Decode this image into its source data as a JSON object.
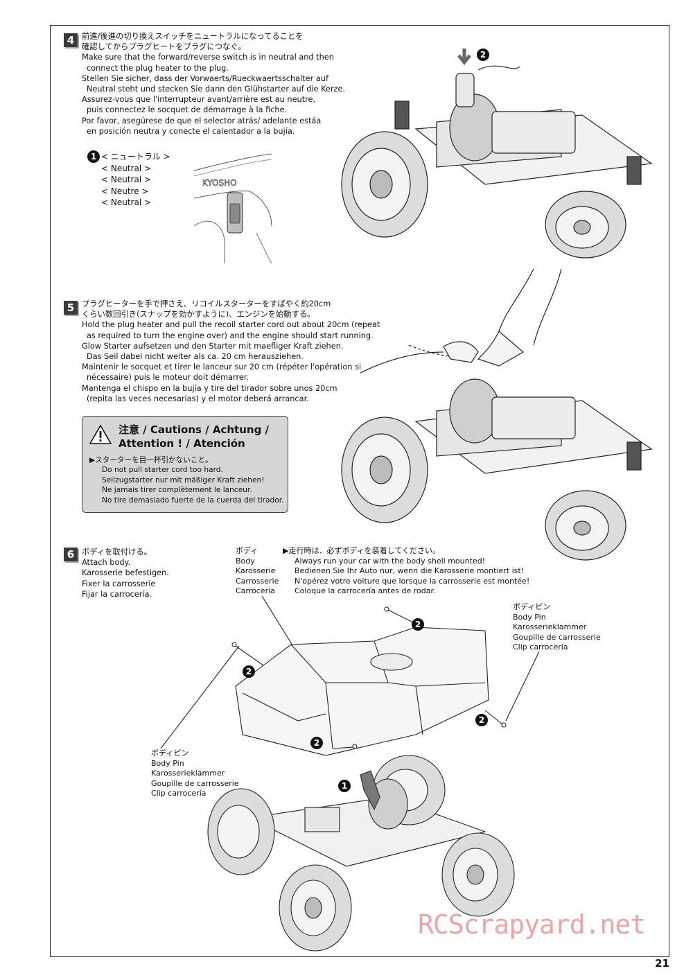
{
  "page_number": "21",
  "watermark": "RCScrapyard.net",
  "brand_logo_text": "KYOSHO",
  "step4": {
    "number": "4",
    "lines": [
      {
        "text": "前進/後進の切り換えスイッチをニュートラルになってることを",
        "indent": false
      },
      {
        "text": "確認してからプラグヒートをプラグにつなぐ。",
        "indent": false
      },
      {
        "text": "Make sure that the forward/reverse switch is in neutral and then",
        "indent": false
      },
      {
        "text": "connect the plug heater to the plug.",
        "indent": true
      },
      {
        "text": "Stellen Sie sicher, dass der Vorwaerts/Rueckwaertsschalter auf",
        "indent": false
      },
      {
        "text": "Neutral steht und stecken Sie dann den Glühstarter auf die Kerze.",
        "indent": true
      },
      {
        "text": "Assurez-vous que l'interrupteur avant/arrière est au neutre,",
        "indent": false
      },
      {
        "text": "puis connectez le socquet de démarrage à la fiche.",
        "indent": true
      },
      {
        "text": "Por favor, asegúrese de que el selector atrás/ adelante estáa",
        "indent": false
      },
      {
        "text": "en posición neutra y conecte el calentador a la bujía.",
        "indent": true
      }
    ],
    "callout_num": "1",
    "neutral_labels": [
      "< ニュートラル >",
      "< Neutral >",
      "< Neutral >",
      "< Neutre >",
      "< Neutral >"
    ],
    "marker": "2"
  },
  "step5": {
    "number": "5",
    "lines": [
      {
        "text": "プラグヒーターを手で押さえ、リコイルスターターをすばやく約20cm",
        "indent": false
      },
      {
        "text": "くらい数回引き(スナップを効かすように)、エンジンを始動する。",
        "indent": false
      },
      {
        "text": "Hold the plug heater and pull the recoil starter cord out about 20cm (repeat",
        "indent": false
      },
      {
        "text": "as required to turn the engine over) and the engine should start running.",
        "indent": true
      },
      {
        "text": "Glow Starter aufsetzen und den Starter mit maefliger Kraft ziehen.",
        "indent": false
      },
      {
        "text": "Das Seil dabei nicht weiter als ca. 20 cm herausziehen.",
        "indent": true
      },
      {
        "text": "Maintenir le socquet et tirer le lanceur sur 20 cm (répéter l'opération si",
        "indent": false
      },
      {
        "text": "nécessaire) puis le moteur doit démarrer.",
        "indent": true
      },
      {
        "text": "Mantenga el chispo en la bujía y tire del tirador sobre unos 20cm",
        "indent": false
      },
      {
        "text": "(repita las veces necesarias) y el motor deberá arrancar.",
        "indent": true
      }
    ],
    "caution": {
      "title_line1": "注意 / Cautions / Achtung /",
      "title_line2": "Attention ! / Atención",
      "lines": [
        "▶スターターを目一杯引かないこと。",
        "Do not pull starter cord too hard.",
        "Seilzugstarter nur mit mäßiger Kraft ziehen!",
        "Ne jamais tirer complètement le lanceur.",
        "No tire demasiado fuerte de la cuerda del tirador."
      ]
    }
  },
  "step6": {
    "number": "6",
    "lines": [
      "ボディを取付ける。",
      "Attach body.",
      "Karosserie befestigen.",
      "Fixer la carrosserie",
      "Fijar la carrocería."
    ],
    "body_label": [
      "ボディ",
      "Body",
      "Karosserie",
      "Carrosserie",
      "Carrocería"
    ],
    "notice": [
      "▶走行時は、必ずボディを装着してください。",
      "Always run your car with the body shell mounted!",
      "Bedienen Sie Ihr Auto nur, wenn die Karosserie montiert ist!",
      "N'opérez votre voiture que lorsque la carrosserie est montée!",
      "Coloque la carrocería antes de rodar."
    ],
    "pin_label": [
      "ボディピン",
      "Body Pin",
      "Karosserieklammer",
      "Goupille de carrosserie",
      "Clip carrocería"
    ],
    "marker_2": "2",
    "marker_1": "1"
  }
}
